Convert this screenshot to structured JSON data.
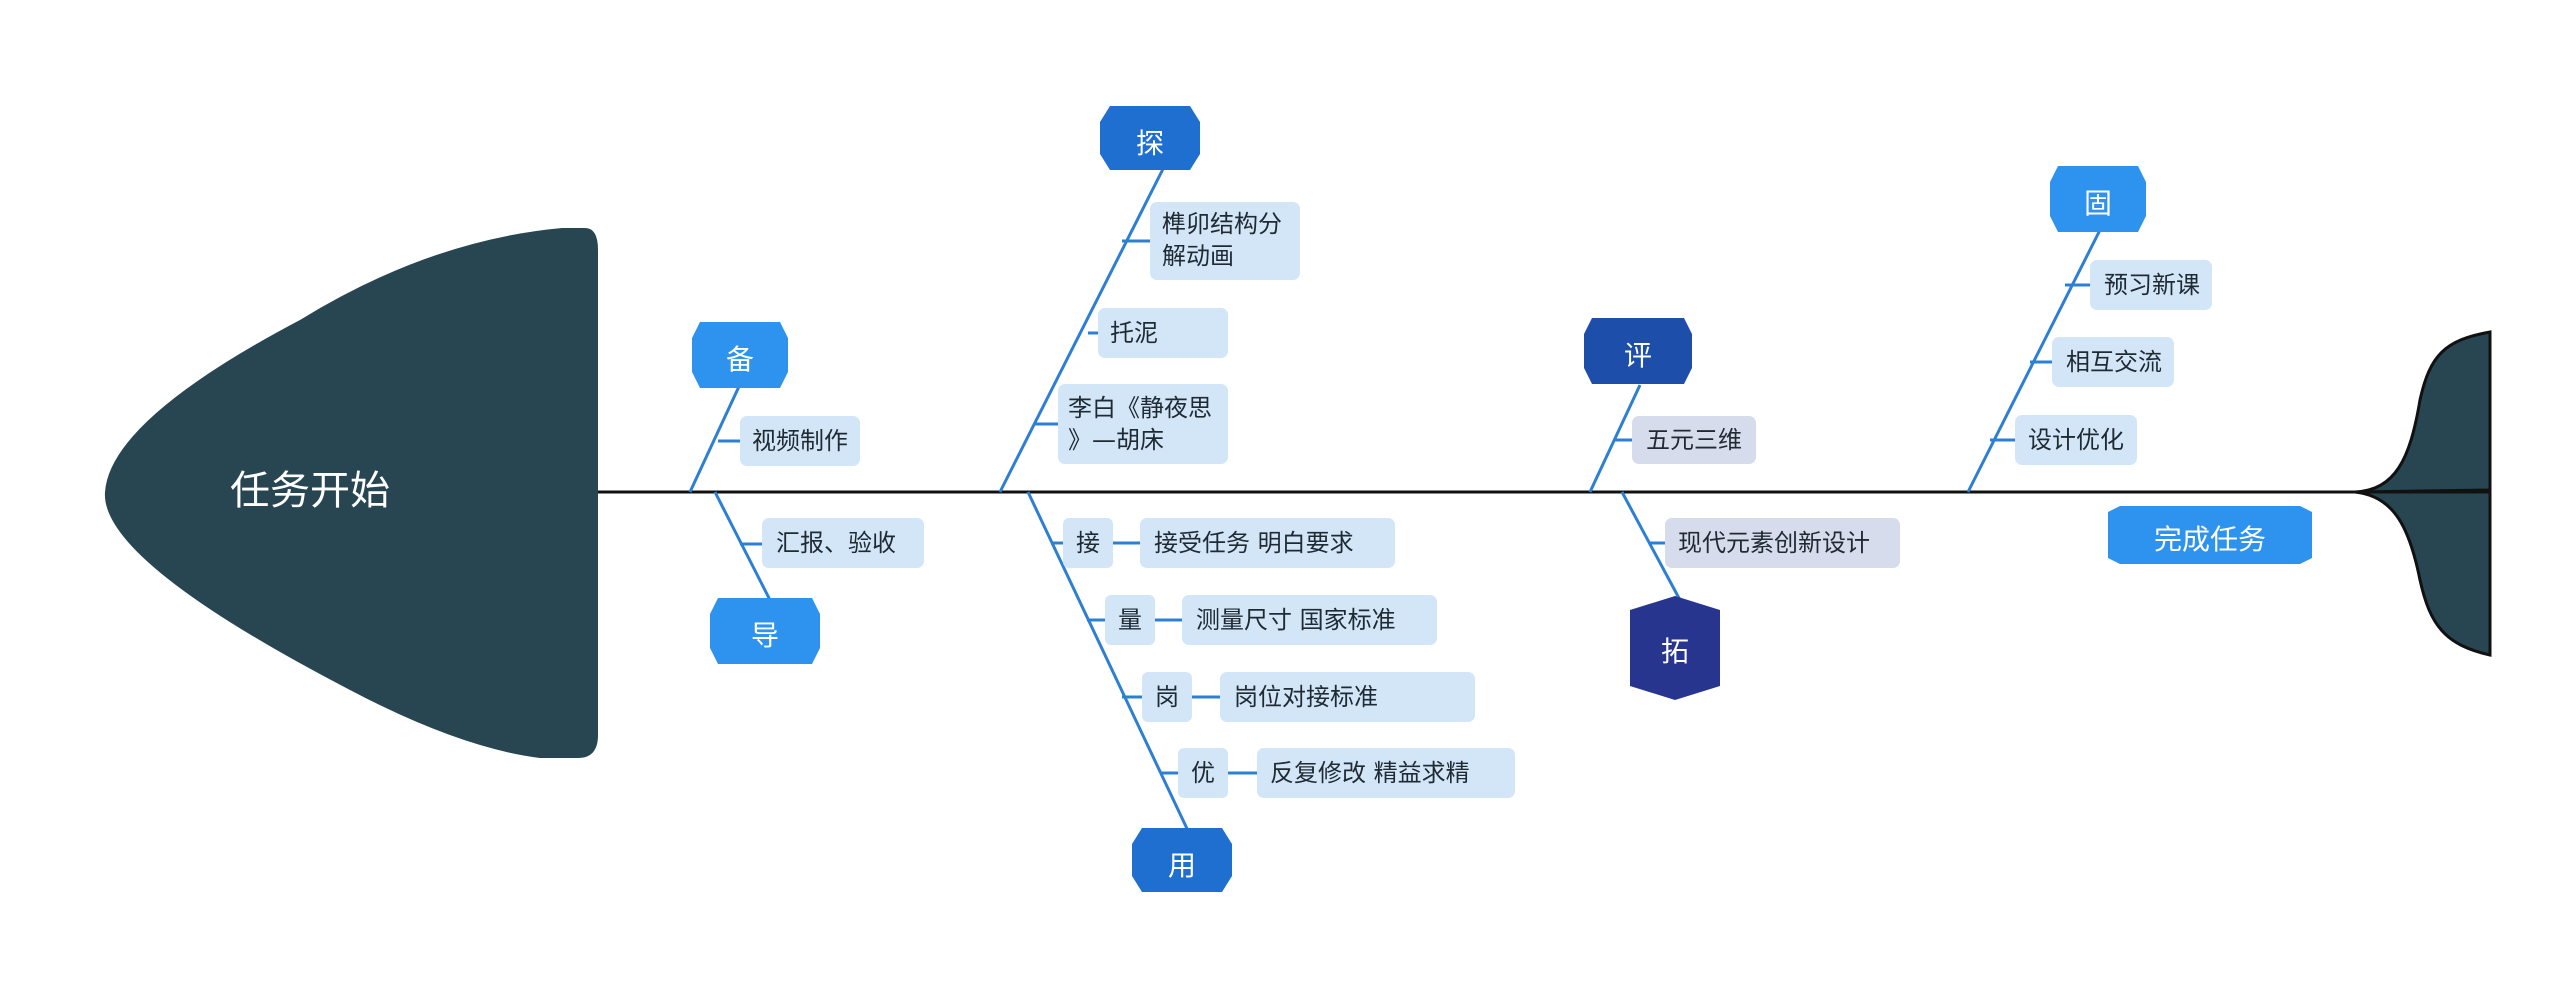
{
  "colors": {
    "head": "#274651",
    "spine": "#111111",
    "branch": "#2d7fd3",
    "leaf_bg": "#d3e6f8",
    "leaf_bg_gray": "#d6dcec",
    "hex_bright": "#2e93ee",
    "hex_mid": "#1e6fcf",
    "hex_dark": "#1d4ea9",
    "hex_indigo": "#28358f"
  },
  "head": {
    "label": "任务开始"
  },
  "goal": {
    "label": "完成任务"
  },
  "categories": {
    "bei": "备",
    "dao": "导",
    "tan": "探",
    "jie": "接",
    "liang": "量",
    "gang": "岗",
    "you": "优",
    "yong": "用",
    "ping": "评",
    "tuo": "拓",
    "gu": "固"
  },
  "leaves": {
    "bei_1": "视频制作",
    "dao_1": "汇报、验收",
    "tan_1a": "榫卯结构分",
    "tan_1b": "解动画",
    "tan_2": "托泥",
    "tan_3a": "李白《静夜思",
    "tan_3b": "》—胡床",
    "jie_1": "接受任务 明白要求",
    "liang_1": "测量尺寸 国家标准",
    "gang_1": "岗位对接标准",
    "you_1": "反复修改 精益求精",
    "ping_1": "五元三维",
    "tuo_1": "现代元素创新设计",
    "gu_1": "预习新课",
    "gu_2": "相互交流",
    "gu_3": "设计优化"
  }
}
